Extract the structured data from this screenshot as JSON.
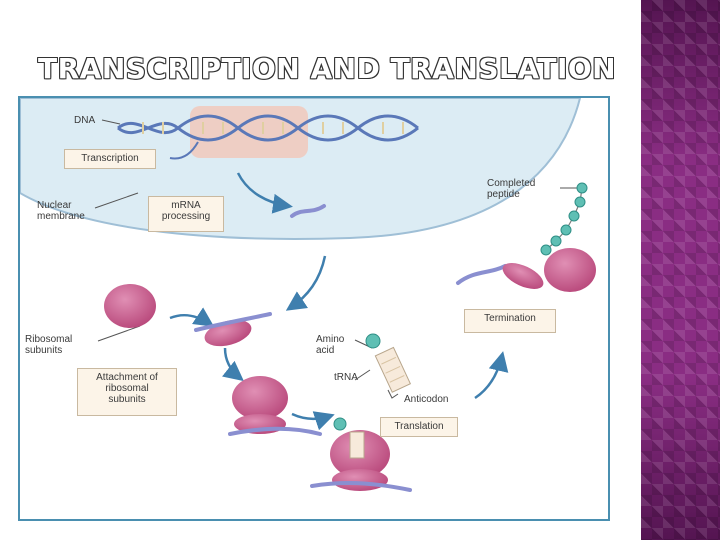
{
  "title": "TRANSCRIPTION AND TRANSLATION",
  "diagram": {
    "labels": {
      "dna": "DNA",
      "nuclear_membrane": "Nuclear\nmembrane",
      "ribosomal_subunits": "Ribosomal\nsubunits",
      "completed_peptide": "Completed\npeptide",
      "amino_acid": "Amino\nacid",
      "trna": "tRNA",
      "anticodon": "Anticodon"
    },
    "steps": {
      "transcription": "Transcription",
      "mrna_processing": "mRNA\nprocessing",
      "attachment": "Attachment of\nribosomal\nsubunits",
      "translation": "Translation",
      "termination": "Termination"
    }
  },
  "colors": {
    "nucleus": "#dcecf4",
    "ribosome": "#c75d8c",
    "mrna": "#8a8fd0",
    "dna": "#5a78b8",
    "step_box": "#fcf4e8",
    "amino": "#5fbfb4",
    "side_panel": "#8a2d83",
    "arrow": "#3f7fae"
  }
}
